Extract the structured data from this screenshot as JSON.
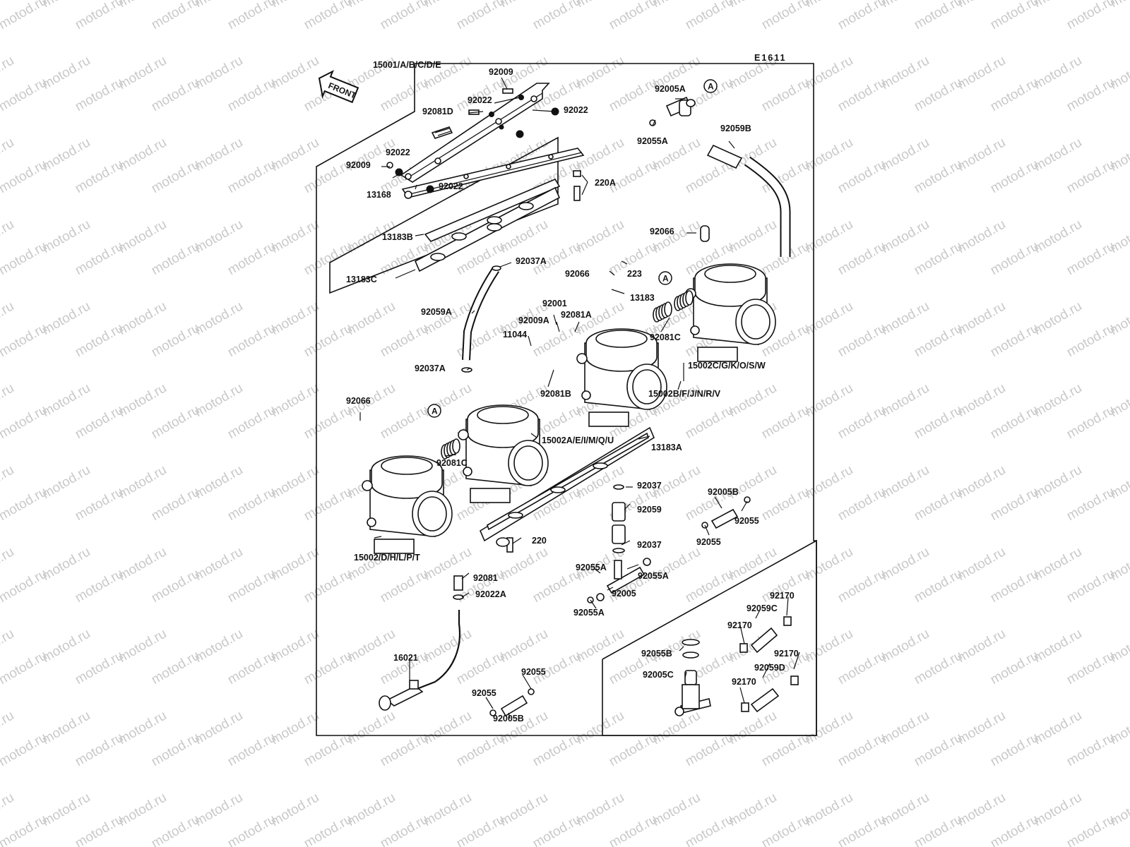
{
  "diagram": {
    "code": "E1611",
    "front_label": "FRONT",
    "watermark": "motod.ru",
    "callout_marker": "A",
    "labels": [
      {
        "id": "l1",
        "text": "15001/A/B/C/D/E"
      },
      {
        "id": "l2",
        "text": "92009"
      },
      {
        "id": "l3",
        "text": "92022"
      },
      {
        "id": "l4",
        "text": "92081D"
      },
      {
        "id": "l5",
        "text": "92022"
      },
      {
        "id": "l6",
        "text": "92022"
      },
      {
        "id": "l7",
        "text": "92009"
      },
      {
        "id": "l8",
        "text": "13168"
      },
      {
        "id": "l9",
        "text": "92022"
      },
      {
        "id": "l10",
        "text": "220A"
      },
      {
        "id": "l11",
        "text": "13183B"
      },
      {
        "id": "l12",
        "text": "13183C"
      },
      {
        "id": "l13",
        "text": "92037A"
      },
      {
        "id": "l14",
        "text": "92005A"
      },
      {
        "id": "l15",
        "text": "92055A"
      },
      {
        "id": "l16",
        "text": "92059B"
      },
      {
        "id": "l17",
        "text": "92066"
      },
      {
        "id": "l18",
        "text": "92066"
      },
      {
        "id": "l19",
        "text": "223"
      },
      {
        "id": "l20",
        "text": "13183"
      },
      {
        "id": "l21",
        "text": "92059A"
      },
      {
        "id": "l22",
        "text": "92001"
      },
      {
        "id": "l23",
        "text": "92009A"
      },
      {
        "id": "l24",
        "text": "92081A"
      },
      {
        "id": "l25",
        "text": "11044"
      },
      {
        "id": "l26",
        "text": "92081C"
      },
      {
        "id": "l27",
        "text": "92037A"
      },
      {
        "id": "l28",
        "text": "92081B"
      },
      {
        "id": "l29",
        "text": "15002C/G/K/O/S/W"
      },
      {
        "id": "l30",
        "text": "15002B/F/J/N/R/V"
      },
      {
        "id": "l31",
        "text": "92066"
      },
      {
        "id": "l32",
        "text": "15002A/E/I/M/Q/U"
      },
      {
        "id": "l33",
        "text": "13183A"
      },
      {
        "id": "l34",
        "text": "92081C"
      },
      {
        "id": "l35",
        "text": "92037"
      },
      {
        "id": "l36",
        "text": "92059"
      },
      {
        "id": "l37",
        "text": "92005B"
      },
      {
        "id": "l38",
        "text": "92055"
      },
      {
        "id": "l39",
        "text": "92055"
      },
      {
        "id": "l40",
        "text": "220"
      },
      {
        "id": "l41",
        "text": "92037"
      },
      {
        "id": "l42",
        "text": "15002/D/H/L/P/T"
      },
      {
        "id": "l43",
        "text": "92055A"
      },
      {
        "id": "l44",
        "text": "92055A"
      },
      {
        "id": "l45",
        "text": "92005"
      },
      {
        "id": "l46",
        "text": "92081"
      },
      {
        "id": "l47",
        "text": "92022A"
      },
      {
        "id": "l48",
        "text": "92055A"
      },
      {
        "id": "l49",
        "text": "92170"
      },
      {
        "id": "l50",
        "text": "92059C"
      },
      {
        "id": "l51",
        "text": "92170"
      },
      {
        "id": "l52",
        "text": "16021"
      },
      {
        "id": "l53",
        "text": "92055B"
      },
      {
        "id": "l54",
        "text": "92170"
      },
      {
        "id": "l55",
        "text": "92055"
      },
      {
        "id": "l56",
        "text": "92059D"
      },
      {
        "id": "l57",
        "text": "92005C"
      },
      {
        "id": "l58",
        "text": "92055"
      },
      {
        "id": "l59",
        "text": "92170"
      },
      {
        "id": "l60",
        "text": "92005B"
      }
    ]
  }
}
